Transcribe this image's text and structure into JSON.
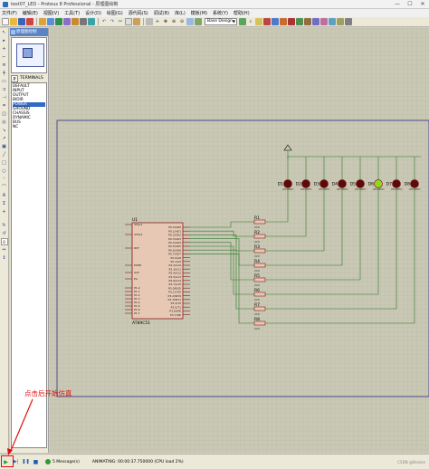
{
  "window": {
    "title": "test07_LED - Proteus 8 Professional - 原理图绘制",
    "minimize": "—",
    "maximize": "☐",
    "close": "✕"
  },
  "menu": [
    "文件(F)",
    "编辑(E)",
    "视图(V)",
    "工具(T)",
    "设计(D)",
    "绘图(G)",
    "源代码(S)",
    "调试(B)",
    "库(L)",
    "模板(M)",
    "系统(Y)",
    "帮助(H)"
  ],
  "toolbar": {
    "design_select": "Base Design"
  },
  "panel": {
    "tab_label": "原理图绘制",
    "terminals_toggle": "P",
    "terminals_label": "TERMINALS",
    "terminals": [
      "DEFAULT",
      "INPUT",
      "OUTPUT",
      "BIDIR",
      "POWER",
      "GROUND",
      "CHASSIS",
      "DYNAMIC",
      "BUS",
      "NC"
    ],
    "selected_index": 4
  },
  "schematic": {
    "ic_ref": "U1",
    "ic_name": "AT89C51",
    "pins_left": [
      "XTAL1",
      "XTAL2",
      "RST",
      "PSEN",
      "ALE",
      "EA",
      "P1.0",
      "P1.1",
      "P1.2",
      "P1.3",
      "P1.4",
      "P1.5",
      "P1.6",
      "P1.7"
    ],
    "pins_right": [
      "P0.0/AD0",
      "P0.1/AD1",
      "P0.2/AD2",
      "P0.3/AD3",
      "P0.4/AD4",
      "P0.5/AD5",
      "P0.6/AD6",
      "P0.7/AD7",
      "P2.0/A8",
      "P2.1/A9",
      "P2.2/A10",
      "P2.3/A11",
      "P2.4/A12",
      "P2.5/A13",
      "P2.6/A14",
      "P2.7/A15",
      "P3.0/RXD",
      "P3.1/TXD",
      "P3.2/INT0",
      "P3.3/INT1",
      "P3.4/T0",
      "P3.5/T1",
      "P3.6/WR",
      "P3.7/RD"
    ],
    "resistors": [
      "R1",
      "R2",
      "R3",
      "R4",
      "R5",
      "R6",
      "R7",
      "R8"
    ],
    "resistor_value": "220",
    "leds": [
      "D1",
      "D2",
      "D3",
      "D4",
      "D5",
      "D6",
      "D7",
      "D8"
    ],
    "led_lit_index": 5,
    "led_model": "LED-RED"
  },
  "colors": {
    "canvas_bg": "#c9c8b4",
    "sheet_border": "#2f2f8a",
    "wire": "#2a7a2a",
    "component_outline": "#8b1a1a",
    "ic_fill": "#e7c8b4",
    "led_off": "#5a0a0a",
    "led_on": "#8fd81c",
    "annotation": "#e01010",
    "panel_header": "#5a84c6"
  },
  "statusbar": {
    "play": "▶",
    "step": "▶|",
    "pause": "❚❚",
    "stop": "■",
    "messages": "5 Message(s)",
    "animating": "ANIMATING: 00:00:37.750000 (CPU load 2%)",
    "watermark": "CSDN @Brainie"
  },
  "annotation": {
    "text": "点击后开始仿真"
  }
}
